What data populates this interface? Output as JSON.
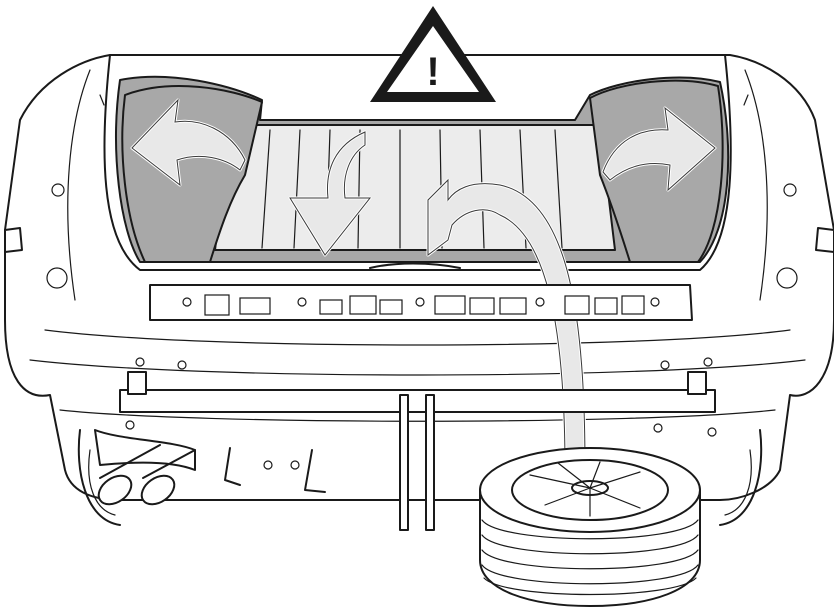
{
  "figure": {
    "warning_symbol": "!",
    "colors": {
      "outline": "#1a1a1a",
      "trunk_lining": "#a8a8a8",
      "arrow_fill": "#e8e8e8",
      "warning_fill": "#1a1a1a"
    },
    "arrows": [
      "fold-left-panel-out",
      "lower-floor-panel",
      "lift-floor-panel",
      "fold-right-panel-out"
    ],
    "icons": [
      "warning-triangle-icon",
      "spare-tire-icon",
      "exhaust-pipe-icon",
      "tow-bar-icon"
    ]
  }
}
